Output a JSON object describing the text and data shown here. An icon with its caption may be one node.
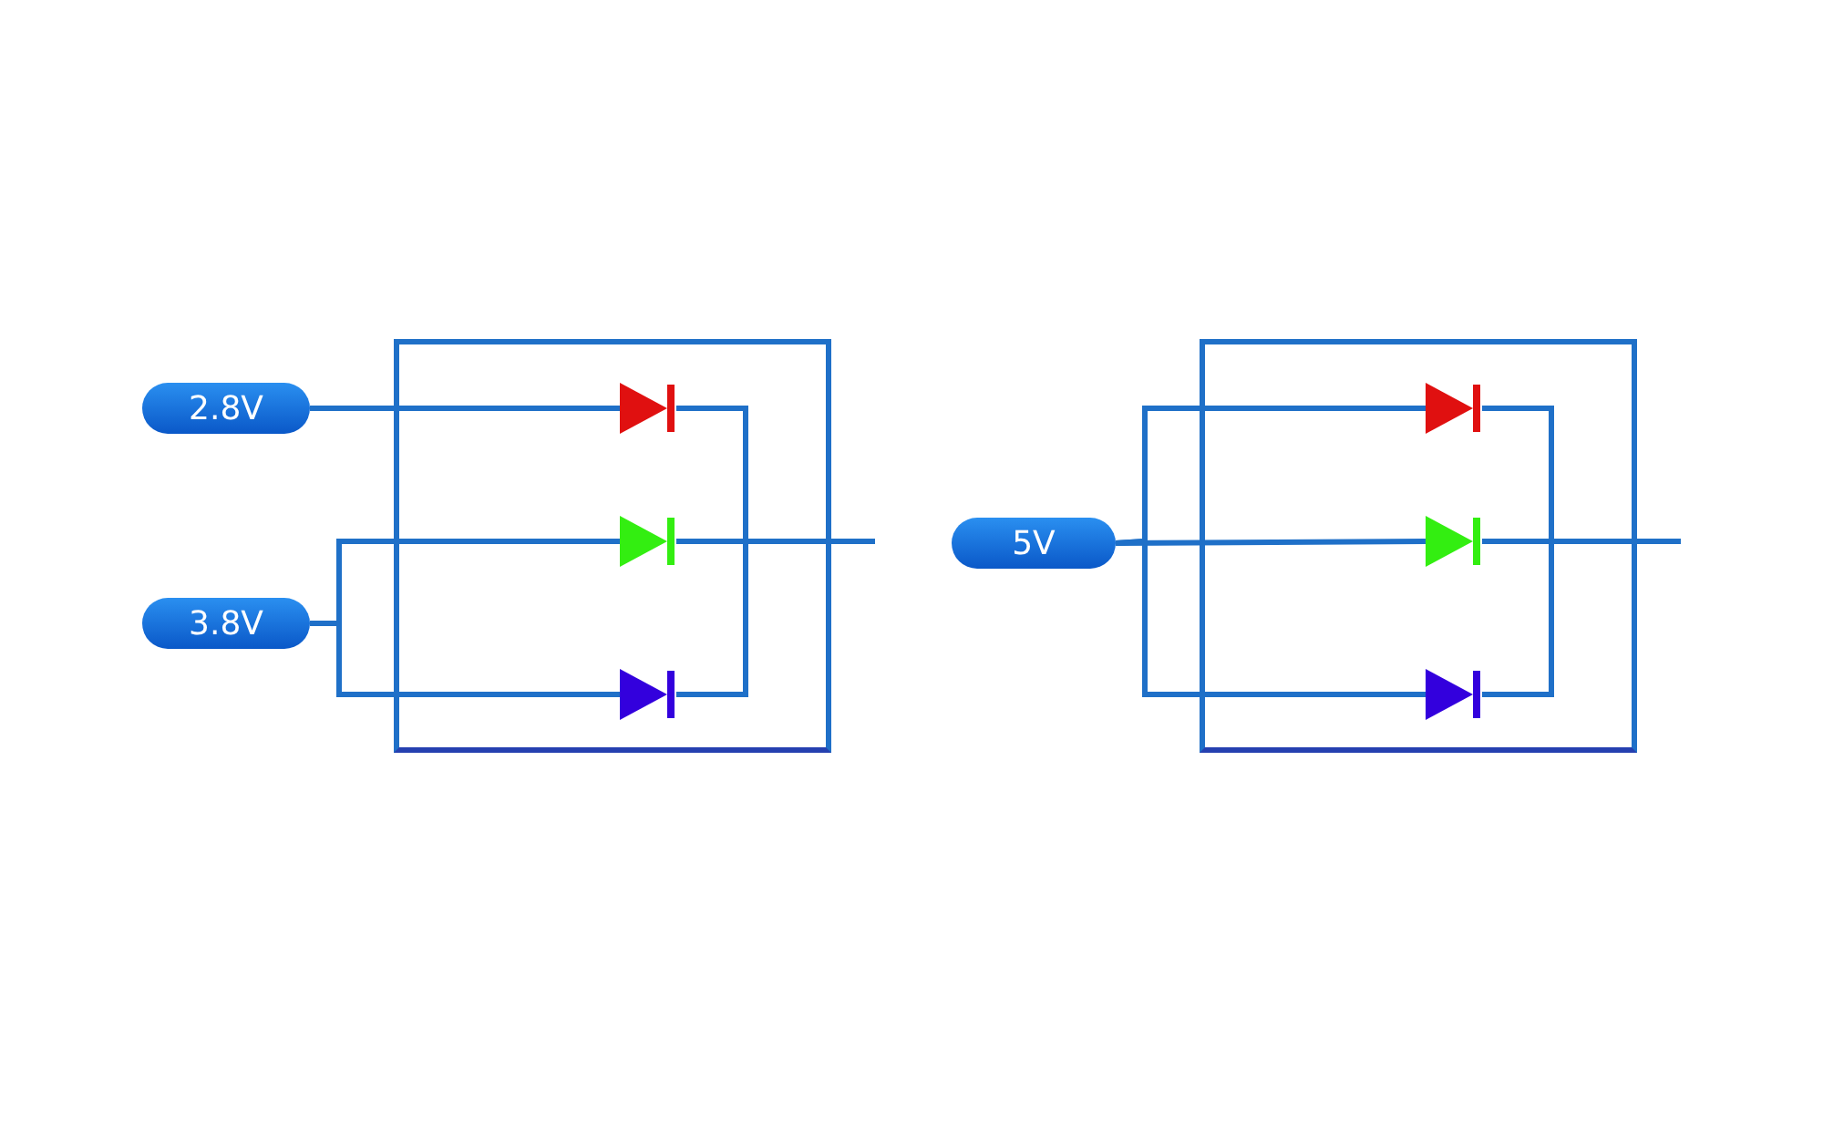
{
  "diagram": {
    "nodes": [
      {
        "text": [
          "2.8V"
        ]
      },
      {
        "text": [
          "3.8V"
        ]
      },
      {
        "text": [],
        "shape": "box"
      },
      {
        "text": [],
        "shape": "diode",
        "in": 2
      },
      {
        "text": [],
        "shape": "diode",
        "in": 2
      },
      {
        "text": [],
        "shape": "diode",
        "in": 2
      },
      {
        "text": [
          "5V"
        ]
      },
      {
        "text": [],
        "shape": "box"
      },
      {
        "text": [],
        "shape": "diode",
        "in": 7
      },
      {
        "text": [],
        "shape": "diode",
        "in": 7
      },
      {
        "text": [],
        "shape": "diode",
        "in": 7
      }
    ],
    "edges": [
      {
        "from": 0,
        "to": 3,
        "arrow": "none"
      },
      {
        "from": 1,
        "to": 4,
        "arrow": "none"
      },
      {
        "from": 1,
        "to": 5,
        "arrow": "none"
      },
      {
        "from": 3,
        "to": null,
        "arrow": "none"
      },
      {
        "from": 4,
        "to": null,
        "arrow": "none"
      },
      {
        "from": 5,
        "to": null,
        "arrow": "none"
      },
      {
        "from": 6,
        "to": 8,
        "arrow": "none"
      },
      {
        "from": 6,
        "to": 9,
        "arrow": "none"
      },
      {
        "from": 6,
        "to": 10,
        "arrow": "none"
      },
      {
        "from": 8,
        "to": null,
        "arrow": "none"
      },
      {
        "from": 9,
        "to": null,
        "arrow": "none"
      },
      {
        "from": 10,
        "to": null,
        "arrow": "none"
      }
    ]
  }
}
